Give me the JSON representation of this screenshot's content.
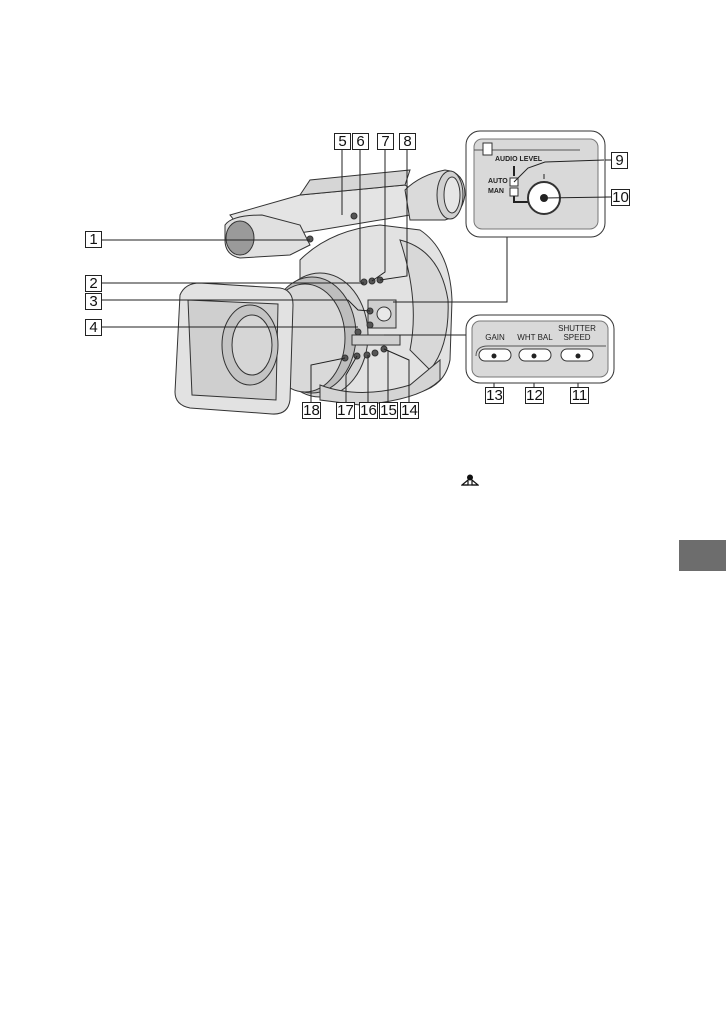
{
  "diagram": {
    "type": "camcorder-parts-identification",
    "callouts": [
      {
        "id": "1",
        "label": "1"
      },
      {
        "id": "2",
        "label": "2"
      },
      {
        "id": "3",
        "label": "3"
      },
      {
        "id": "4",
        "label": "4"
      },
      {
        "id": "5",
        "label": "5"
      },
      {
        "id": "6",
        "label": "6"
      },
      {
        "id": "7",
        "label": "7"
      },
      {
        "id": "8",
        "label": "8"
      },
      {
        "id": "9",
        "label": "9"
      },
      {
        "id": "10",
        "label": "10"
      },
      {
        "id": "11",
        "label": "11"
      },
      {
        "id": "12",
        "label": "12"
      },
      {
        "id": "13",
        "label": "13"
      },
      {
        "id": "14",
        "label": "14"
      },
      {
        "id": "15",
        "label": "15"
      },
      {
        "id": "16",
        "label": "16"
      },
      {
        "id": "17",
        "label": "17"
      },
      {
        "id": "18",
        "label": "18"
      }
    ],
    "audio_inset": {
      "title": "AUDIO LEVEL",
      "switch_auto": "AUTO",
      "switch_man": "MAN"
    },
    "buttons_inset": {
      "gain": "GAIN",
      "wht_bal": "WHT BAL",
      "shutter_line1": "SHUTTER",
      "shutter_line2": "SPEED"
    },
    "assist_icon": "assist-mark-icon",
    "colors": {
      "panel_grey": "#d9d9d9",
      "line": "#222222",
      "side_tab": "#6d6d6d"
    }
  }
}
